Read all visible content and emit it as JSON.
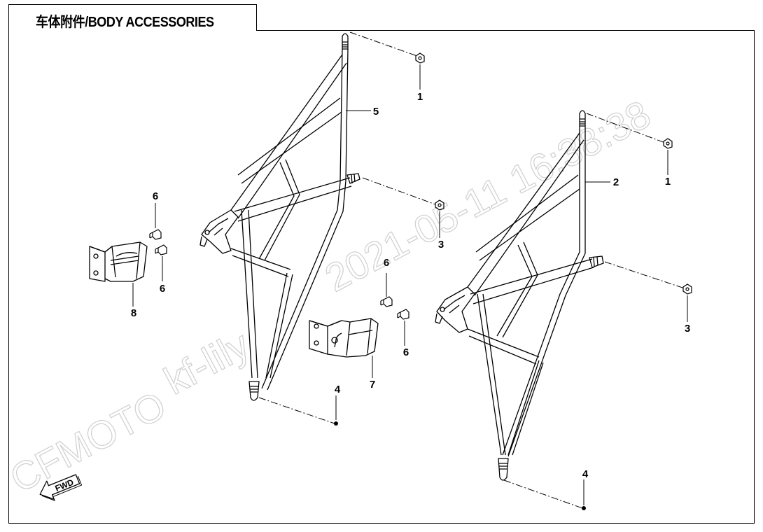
{
  "title": "车体附件/BODY ACCESSORIES",
  "watermark": {
    "brand": "CFMOTO",
    "user": "kf-lily",
    "datetime": "2021-05-11  16:38:38",
    "color": "#d0d0d0"
  },
  "fwd_label": "FWD",
  "callouts": {
    "c1a": "1",
    "c1b": "1",
    "c2": "2",
    "c3a": "3",
    "c3b": "3",
    "c4a": "4",
    "c4b": "4",
    "c5": "5",
    "c6a": "6",
    "c6b": "6",
    "c6c": "6",
    "c6d": "6",
    "c7": "7",
    "c8": "8"
  },
  "colors": {
    "line": "#000000",
    "background": "#ffffff"
  }
}
